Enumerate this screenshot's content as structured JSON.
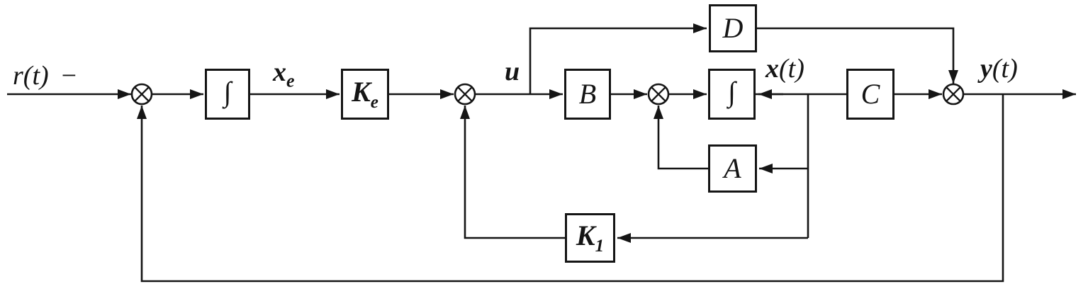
{
  "diagram": {
    "type": "control-block-diagram",
    "background_color": "#ffffff",
    "line_color": "#151515",
    "signals": {
      "input": "r(t)",
      "input_sign": "−",
      "error_state_main": "x",
      "error_state_sub": "e",
      "control": "u",
      "state_main": "x",
      "state_suffix": "(t)",
      "output_main": "y",
      "output_suffix": "(t)"
    },
    "blocks": {
      "error_integrator": {
        "label": "∫"
      },
      "ke": {
        "main": "K",
        "sub": "e"
      },
      "b": {
        "label": "B"
      },
      "state_integrator": {
        "label": "∫"
      },
      "c": {
        "label": "C"
      },
      "d": {
        "label": "D"
      },
      "a": {
        "label": "A"
      },
      "k1": {
        "main": "K",
        "sub": "1"
      }
    },
    "junctions": {
      "glyph": "⊗",
      "count": 4
    }
  }
}
